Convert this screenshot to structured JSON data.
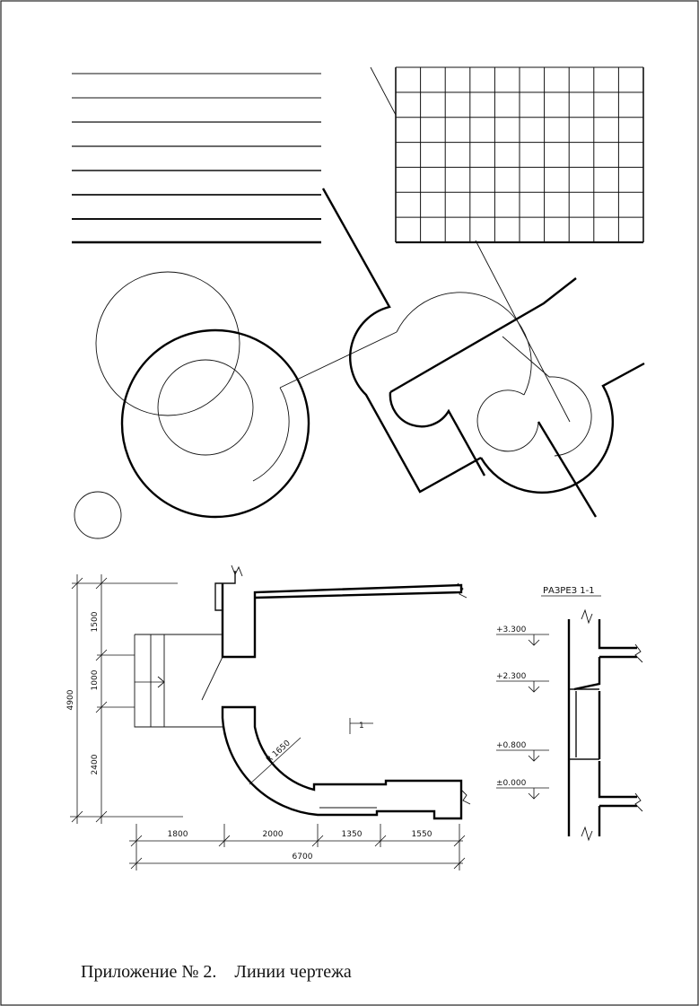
{
  "caption": "Приложение № 2.    Линии чертежа",
  "plan": {
    "dims_horizontal": [
      "1800",
      "2000",
      "1350",
      "1550"
    ],
    "dim_total_horizontal": "6700",
    "dims_vertical": [
      "1500",
      "1000",
      "2400"
    ],
    "dim_total_vertical": "4900",
    "radius_label": "R 1650",
    "section_mark": "1"
  },
  "section": {
    "title": "РАЗРЕЗ 1-1",
    "levels": [
      "+3.300",
      "+2.300",
      "+0.800",
      "±0.000"
    ]
  }
}
